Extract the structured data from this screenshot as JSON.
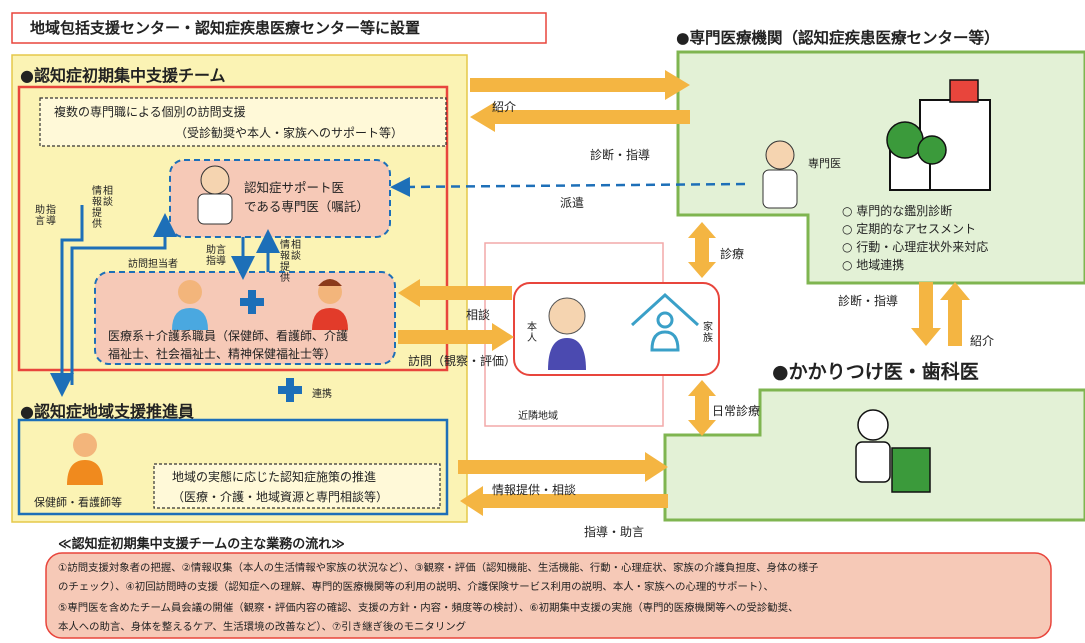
{
  "header_box": "地域包括支援センター・認知症疾患医療センター等に設置",
  "team": {
    "title": "●認知症初期集中支援チーム",
    "visit_support": [
      "複数の専門職による個別の訪問支援",
      "（受診勧奨や本人・家族へのサポート等）"
    ],
    "doctor_box": [
      "認知症サポート医",
      "である専門医（嘱託）"
    ],
    "label_jonin": [
      "助",
      "言",
      "指",
      "導"
    ],
    "label_joho_teikyo": [
      "情",
      "報",
      "提",
      "供"
    ],
    "label_soudan": [
      "相",
      "談"
    ],
    "label_houmon_tantousha": "訪問担当者",
    "label_jogen_shidou_small": [
      "助言",
      "指導"
    ],
    "label_joho_soudan_right": [
      "情",
      "報",
      "提",
      "供"
    ],
    "label_soudan_right": [
      "相",
      "談"
    ],
    "staff_box": [
      "医療系＋介護系職員（保健師、看護師、介護",
      "福祉士、社会福祉士、精神保健福祉士等）"
    ]
  },
  "renkei": "連携",
  "promoter": {
    "title": "●認知症地域支援推進員",
    "person_label": "保健師・看護師等",
    "promotion": [
      "地域の実態に応じた認知症施策の推進",
      "（医療・介護・地域資源と専門相談等）"
    ]
  },
  "specialist": {
    "title": "●専門医療機関（認知症疾患医療センター等）",
    "doctor_label": "専門医",
    "items": [
      "○ 専門的な鑑別診断",
      "○ 定期的なアセスメント",
      "○ 行動・心理症状外来対応",
      "○ 地域連携"
    ]
  },
  "kakaritsuke": {
    "title": "●かかりつけ医・歯科医"
  },
  "center": {
    "person": [
      "本",
      "人"
    ],
    "family": [
      "家",
      "族"
    ],
    "area": "近隣地域"
  },
  "arrows": {
    "shokai_top": "紹介",
    "shindan_shidou_top": "診断・指導",
    "haken": "派遣",
    "shinryo": "診療",
    "soudan": "相談",
    "houmon": "訪問（観察・評価）",
    "nichijo_shinryo": "日常診療",
    "joho_teikyo_soudan": "情報提供・相談",
    "shidou_jogen": "指導・助言",
    "shindan_shidou_right": "診断・指導",
    "shokai_right": "紹介"
  },
  "flow": {
    "heading": "≪認知症初期集中支援チームの主な業務の流れ≫",
    "line1": "①訪問支援対象者の把握、②情報収集（本人の生活情報や家族の状況など）、③観察・評価（認知機能、生活機能、行動・心理症状、家族の介護負担度、身体の様子",
    "line2": "のチェック）、④初回訪問時の支援（認知症への理解、専門的医療機関等の利用の説明、介護保険サービス利用の説明、本人・家族への心理的サポート）、",
    "line3": "⑤専門医を含めたチーム員会議の開催（観察・評価内容の確認、支援の方針・内容・頻度等の検討）、⑥初期集中支援の実施（専門的医療機関等への受診勧奨、",
    "line4": "本人への助言、身体を整えるケア、生活環境の改善など）、⑦引き継ぎ後のモニタリング"
  },
  "colors": {
    "team_bg": "#fbf3b4",
    "green_bg": "#e3f1d6",
    "green_border": "#7fb550",
    "orange_arrow": "#f4b542",
    "pink_box": "#f6c9b7",
    "blue": "#1d6fb8",
    "red_border": "#e8453c"
  }
}
